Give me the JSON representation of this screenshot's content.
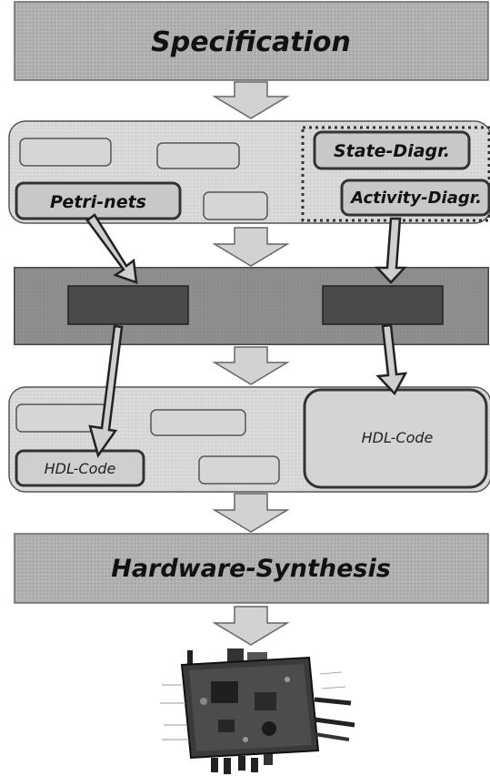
{
  "specification": {
    "title": "Specification"
  },
  "models": {
    "petri": "Petri-nets",
    "state": "State-Diagr.",
    "activity": "Activity-Diagr."
  },
  "hdl": {
    "left": "HDL-Code",
    "right": "HDL-Code"
  },
  "synthesis": {
    "title": "Hardware-Synthesis"
  },
  "colors": {
    "gray_box": "#b2b2b2",
    "light_box": "#dcdcdc",
    "dark_block": "#5a5a5a",
    "mid_band": "#7f7f7f",
    "arrow_fill": "#cfcfcf"
  }
}
